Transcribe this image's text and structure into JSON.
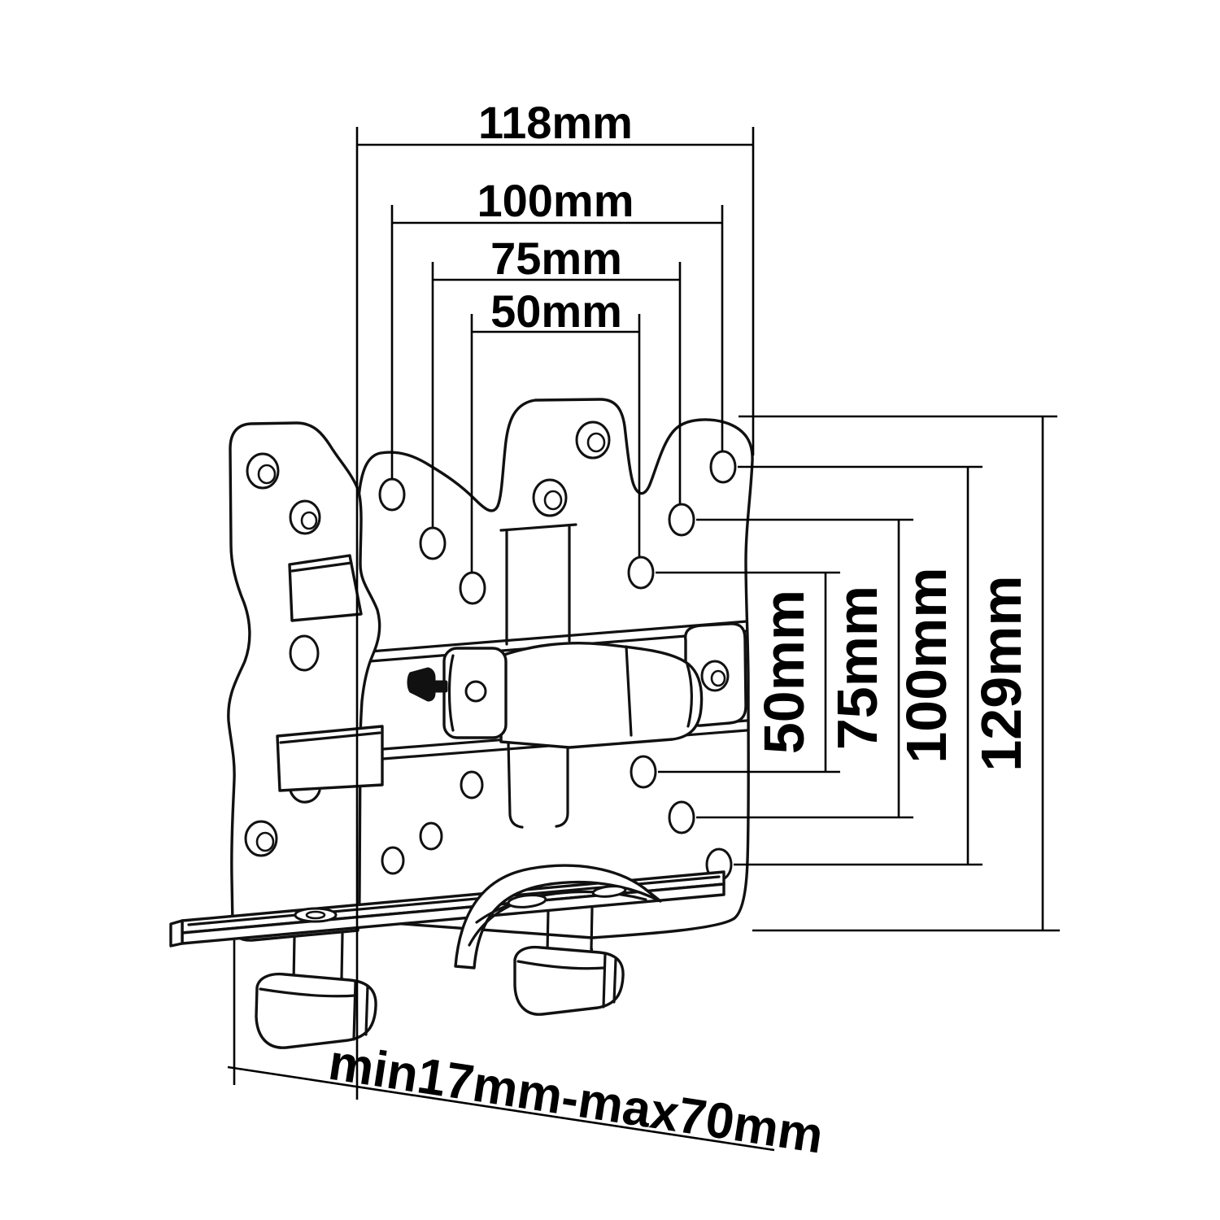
{
  "figure": {
    "background": "#ffffff",
    "line_color": "#111111"
  },
  "dimensions": {
    "top": [
      {
        "label": "118mm"
      },
      {
        "label": "100mm"
      },
      {
        "label": "75mm"
      },
      {
        "label": "50mm"
      }
    ],
    "right": [
      {
        "label": "50mm"
      },
      {
        "label": "75mm"
      },
      {
        "label": "100mm"
      },
      {
        "label": "129mm"
      }
    ],
    "bottom": [
      {
        "label": "min17mm-max70mm"
      }
    ]
  }
}
